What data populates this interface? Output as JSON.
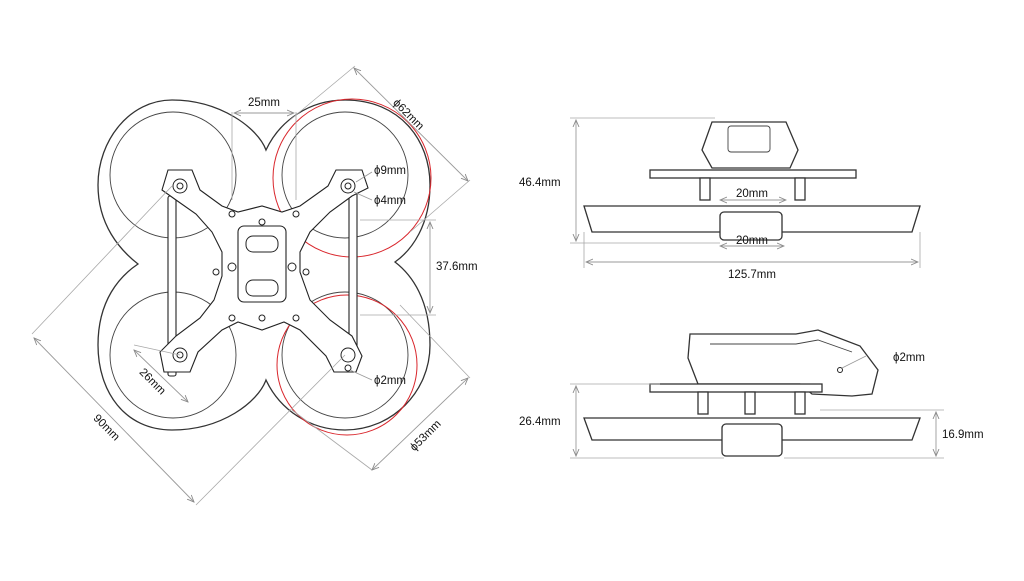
{
  "top_view": {
    "labels": {
      "d62": "ϕ62mm",
      "d53": "ϕ53mm",
      "w25": "25mm",
      "h37_6": "37.6mm",
      "diag90": "90mm",
      "d26": "26mm",
      "hole9": "ϕ9mm",
      "hole4": "ϕ4mm",
      "hole2": "ϕ2mm"
    }
  },
  "front_view": {
    "labels": {
      "h46_4": "46.4mm",
      "w20_top": "20mm",
      "w20_bottom": "20mm",
      "w125_7": "125.7mm"
    }
  },
  "side_view": {
    "labels": {
      "hole2": "ϕ2mm",
      "h26_4": "26.4mm",
      "h16_9": "16.9mm"
    }
  },
  "colors": {
    "highlight": "#d9262c",
    "dimension_line": "#9a9a9a",
    "outline": "#333333"
  }
}
